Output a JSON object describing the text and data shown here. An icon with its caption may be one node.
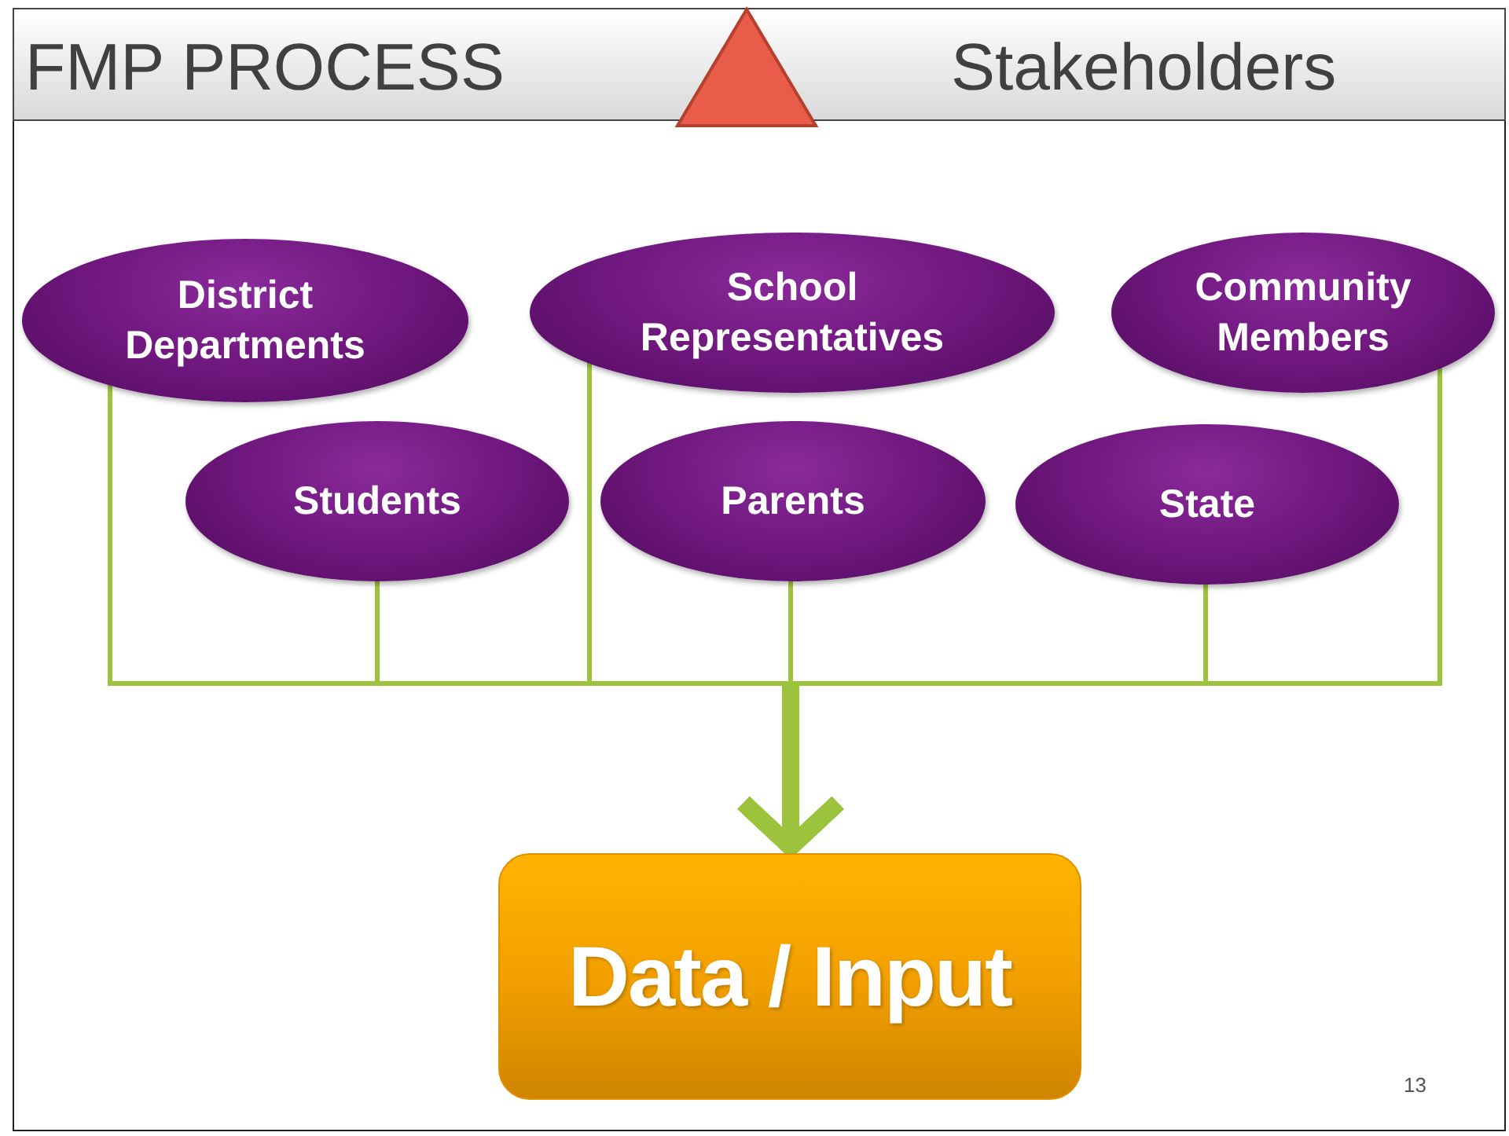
{
  "diagram": {
    "title": "FMP PROCESS",
    "nodes": [
      {
        "text": [
          "District Departments"
        ]
      },
      {
        "text": [
          "School Representatives"
        ]
      },
      {
        "text": [
          "Community Members"
        ]
      },
      {
        "text": [
          "Students"
        ]
      },
      {
        "text": [
          "Parents"
        ]
      },
      {
        "text": [
          "State"
        ]
      },
      {
        "text": [
          "Data / Input"
        ]
      }
    ],
    "edges": [
      {
        "from": 0,
        "to": 6,
        "arrow": "to"
      },
      {
        "from": 1,
        "to": 6,
        "arrow": "to"
      },
      {
        "from": 2,
        "to": 6,
        "arrow": "to"
      },
      {
        "from": 3,
        "to": 6,
        "arrow": "to"
      },
      {
        "from": 4,
        "to": 6,
        "arrow": "to"
      },
      {
        "from": 5,
        "to": 6,
        "arrow": "to"
      }
    ],
    "labels": [
      "Stakeholders",
      "13"
    ]
  }
}
